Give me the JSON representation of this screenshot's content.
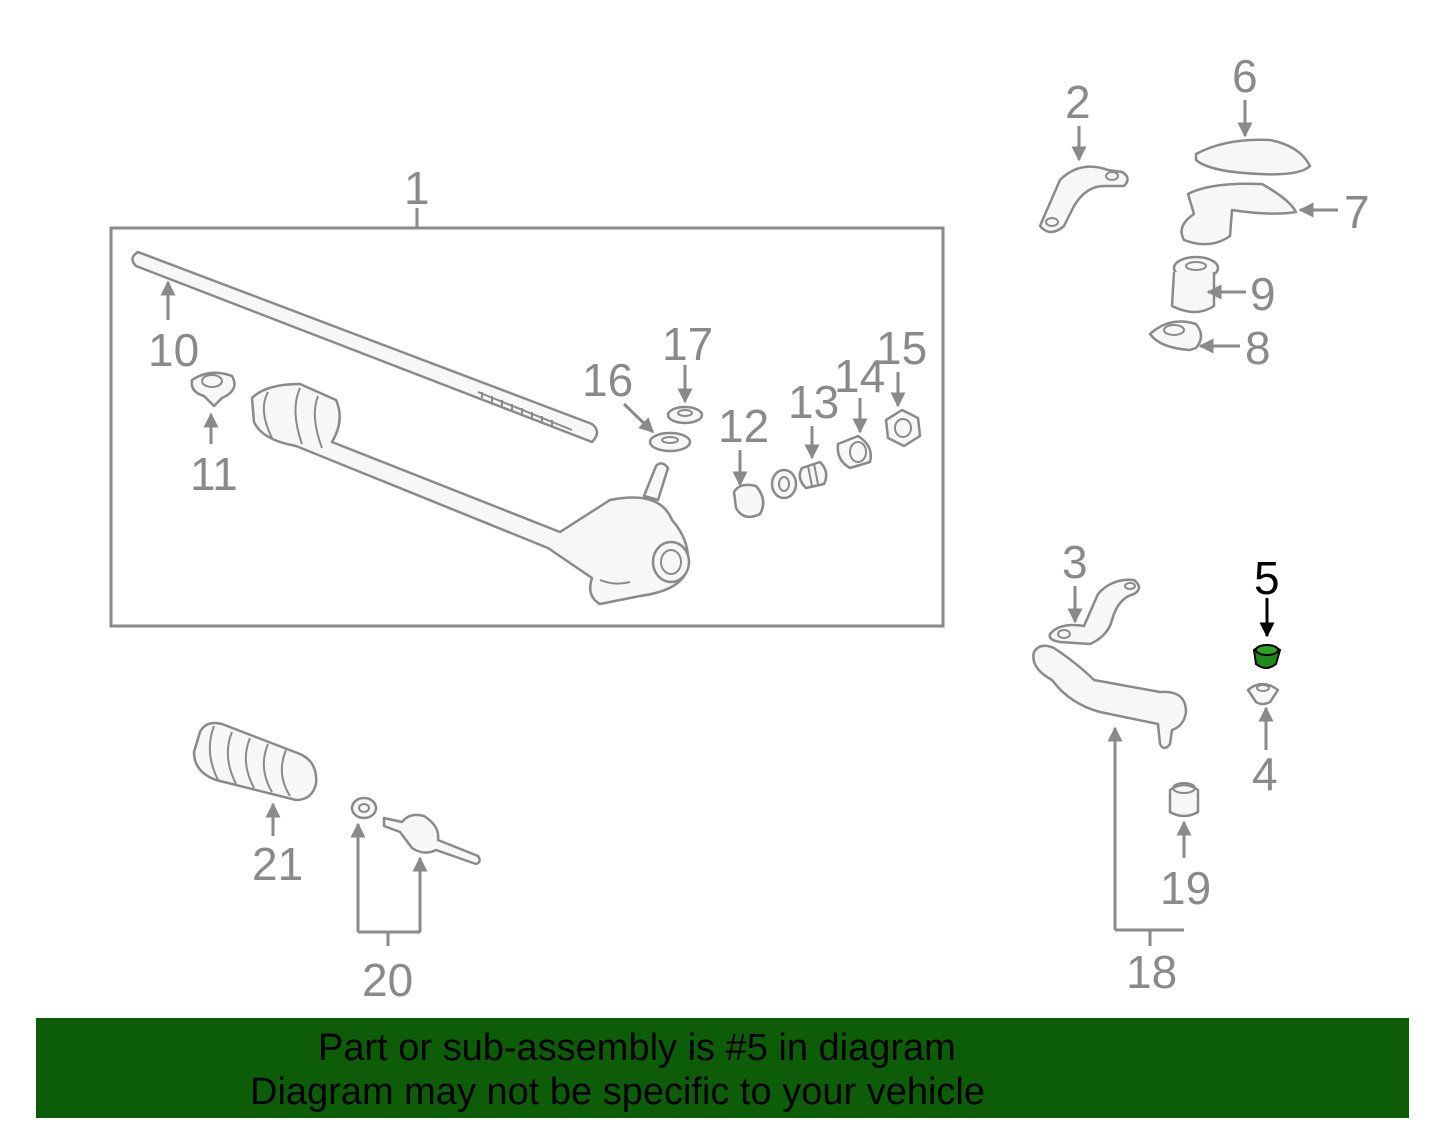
{
  "diagram": {
    "callouts": [
      {
        "id": "1",
        "text": "1"
      },
      {
        "id": "2",
        "text": "2"
      },
      {
        "id": "3",
        "text": "3"
      },
      {
        "id": "4",
        "text": "4"
      },
      {
        "id": "5",
        "text": "5",
        "highlighted": true
      },
      {
        "id": "6",
        "text": "6"
      },
      {
        "id": "7",
        "text": "7"
      },
      {
        "id": "8",
        "text": "8"
      },
      {
        "id": "9",
        "text": "9"
      },
      {
        "id": "10",
        "text": "10"
      },
      {
        "id": "11",
        "text": "11"
      },
      {
        "id": "12",
        "text": "12"
      },
      {
        "id": "13",
        "text": "13"
      },
      {
        "id": "14",
        "text": "14"
      },
      {
        "id": "15",
        "text": "15"
      },
      {
        "id": "16",
        "text": "16"
      },
      {
        "id": "17",
        "text": "17"
      },
      {
        "id": "18",
        "text": "18"
      },
      {
        "id": "19",
        "text": "19"
      },
      {
        "id": "20",
        "text": "20"
      },
      {
        "id": "21",
        "text": "21"
      }
    ],
    "colors": {
      "line": "#8a8a8a",
      "highlight_part": "#1f8a1a",
      "highlight_label": "#000000",
      "banner": "#0d5c08"
    }
  },
  "banner": {
    "line1": "Part or sub-assembly is #5 in diagram",
    "line2": "Diagram may not be specific to your vehicle"
  }
}
